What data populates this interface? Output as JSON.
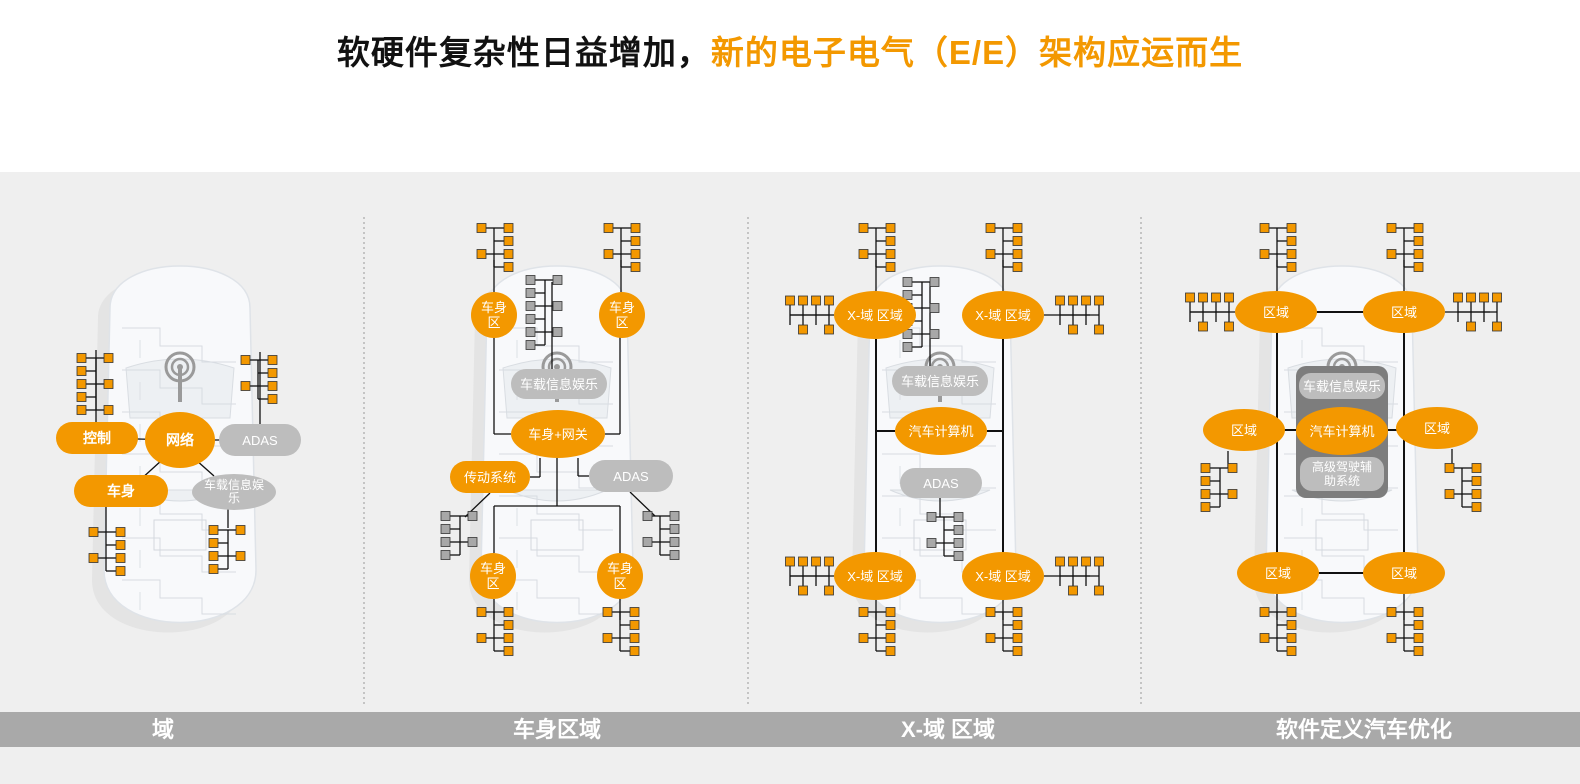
{
  "title": {
    "main": "软硬件复杂性日益增加，",
    "accent": "新的电子电气（E/E）架构应运而生"
  },
  "colors": {
    "accent": "#f39800",
    "node_gray": "#bdbdbd",
    "caption_bar": "#a9a9a9",
    "stage": "#efefef"
  },
  "panels": [
    {
      "caption": "域",
      "labels": {
        "control": "控制",
        "network": "网络",
        "adas": "ADAS",
        "body": "车身",
        "infotainment": "车载信息娱乐"
      }
    },
    {
      "caption": "车身区域",
      "labels": {
        "zone": "车身区",
        "infotainment": "车载信息娱乐",
        "gateway": "车身+网关",
        "powertrain": "传动系统",
        "adas": "ADAS"
      }
    },
    {
      "caption": "X-域 区域",
      "labels": {
        "zone": "X-域 区域",
        "infotainment": "车载信息娱乐",
        "computer": "汽车计算机",
        "adas": "ADAS"
      }
    },
    {
      "caption": "软件定义汽车优化",
      "labels": {
        "zone": "区域",
        "infotainment": "车载信息娱乐",
        "computer": "汽车计算机",
        "adas": "高级驾驶辅助系统"
      }
    }
  ]
}
